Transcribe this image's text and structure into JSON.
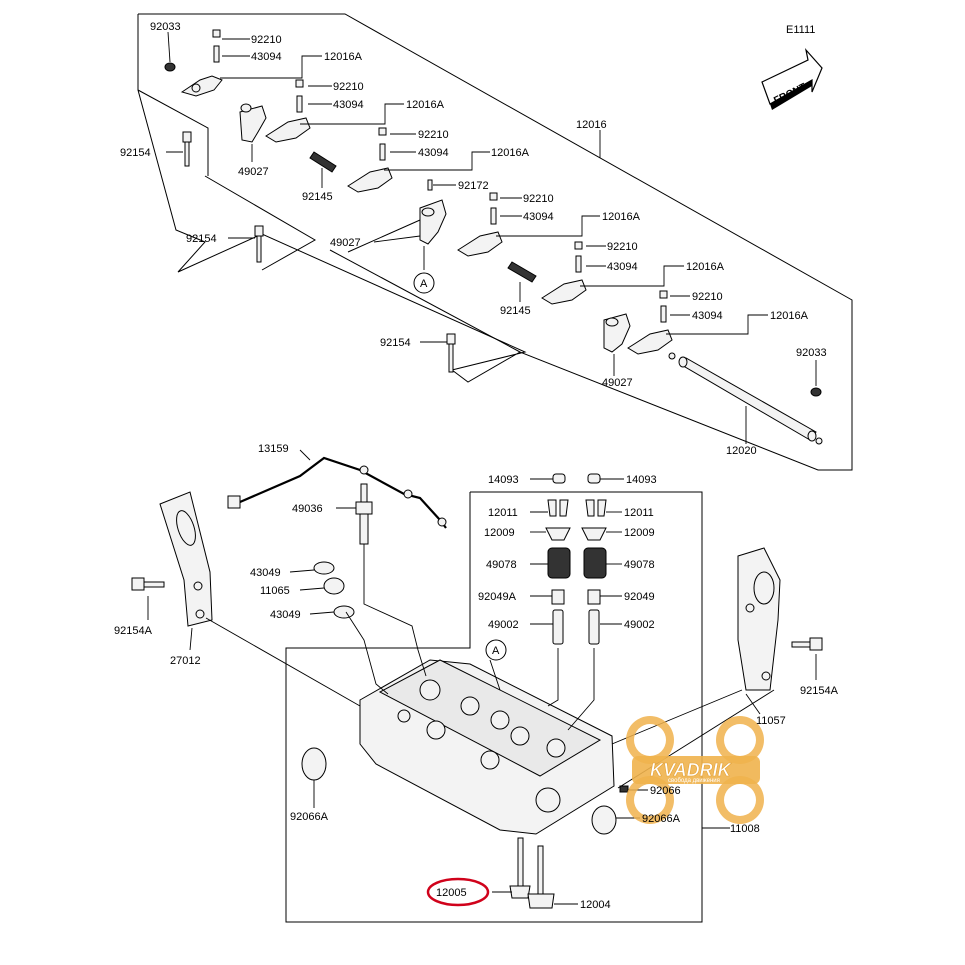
{
  "diagram_code": "E1111",
  "front_label": "FRONT",
  "watermark": {
    "brand": "KVADRIK",
    "tagline": "свобода движения",
    "color": "#f0b24c"
  },
  "highlight": {
    "part": "12005",
    "color": "#d0021b"
  },
  "ref_marker": "A",
  "labels": {
    "p92033a": "92033",
    "p92210a": "92210",
    "p43094a": "43094",
    "p12016Aa": "12016A",
    "p92210b": "92210",
    "p43094b": "43094",
    "p12016Ab": "12016A",
    "p92154a": "92154",
    "p49027a": "49027",
    "p92145a": "92145",
    "p92210c": "92210",
    "p43094c": "43094",
    "p12016Ac": "12016A",
    "p12016": "12016",
    "p92172": "92172",
    "p92210d": "92210",
    "p43094d": "43094",
    "p12016Ad": "12016A",
    "p92154b": "92154",
    "p49027b": "49027",
    "p92210e": "92210",
    "p43094e": "43094",
    "p12016Ae": "12016A",
    "p92145b": "92145",
    "p92210f": "92210",
    "p43094f": "43094",
    "p12016Af": "12016A",
    "p92154c": "92154",
    "p49027c": "49027",
    "p92033b": "92033",
    "p12020": "12020",
    "p13159": "13159",
    "p14093a": "14093",
    "p14093b": "14093",
    "p49036": "49036",
    "p12011a": "12011",
    "p12011b": "12011",
    "p12009a": "12009",
    "p12009b": "12009",
    "p43049a": "43049",
    "p49078a": "49078",
    "p49078b": "49078",
    "p11065": "11065",
    "p92049A": "92049A",
    "p92049": "92049",
    "p92154Aa": "92154A",
    "p43049b": "43049",
    "p49002a": "49002",
    "p49002b": "49002",
    "p27012": "27012",
    "p92154Ab": "92154A",
    "p11057": "11057",
    "p92066": "92066",
    "p92066Aa": "92066A",
    "p92066Ab": "92066A",
    "p11008": "11008",
    "p12005": "12005",
    "p12004": "12004"
  }
}
